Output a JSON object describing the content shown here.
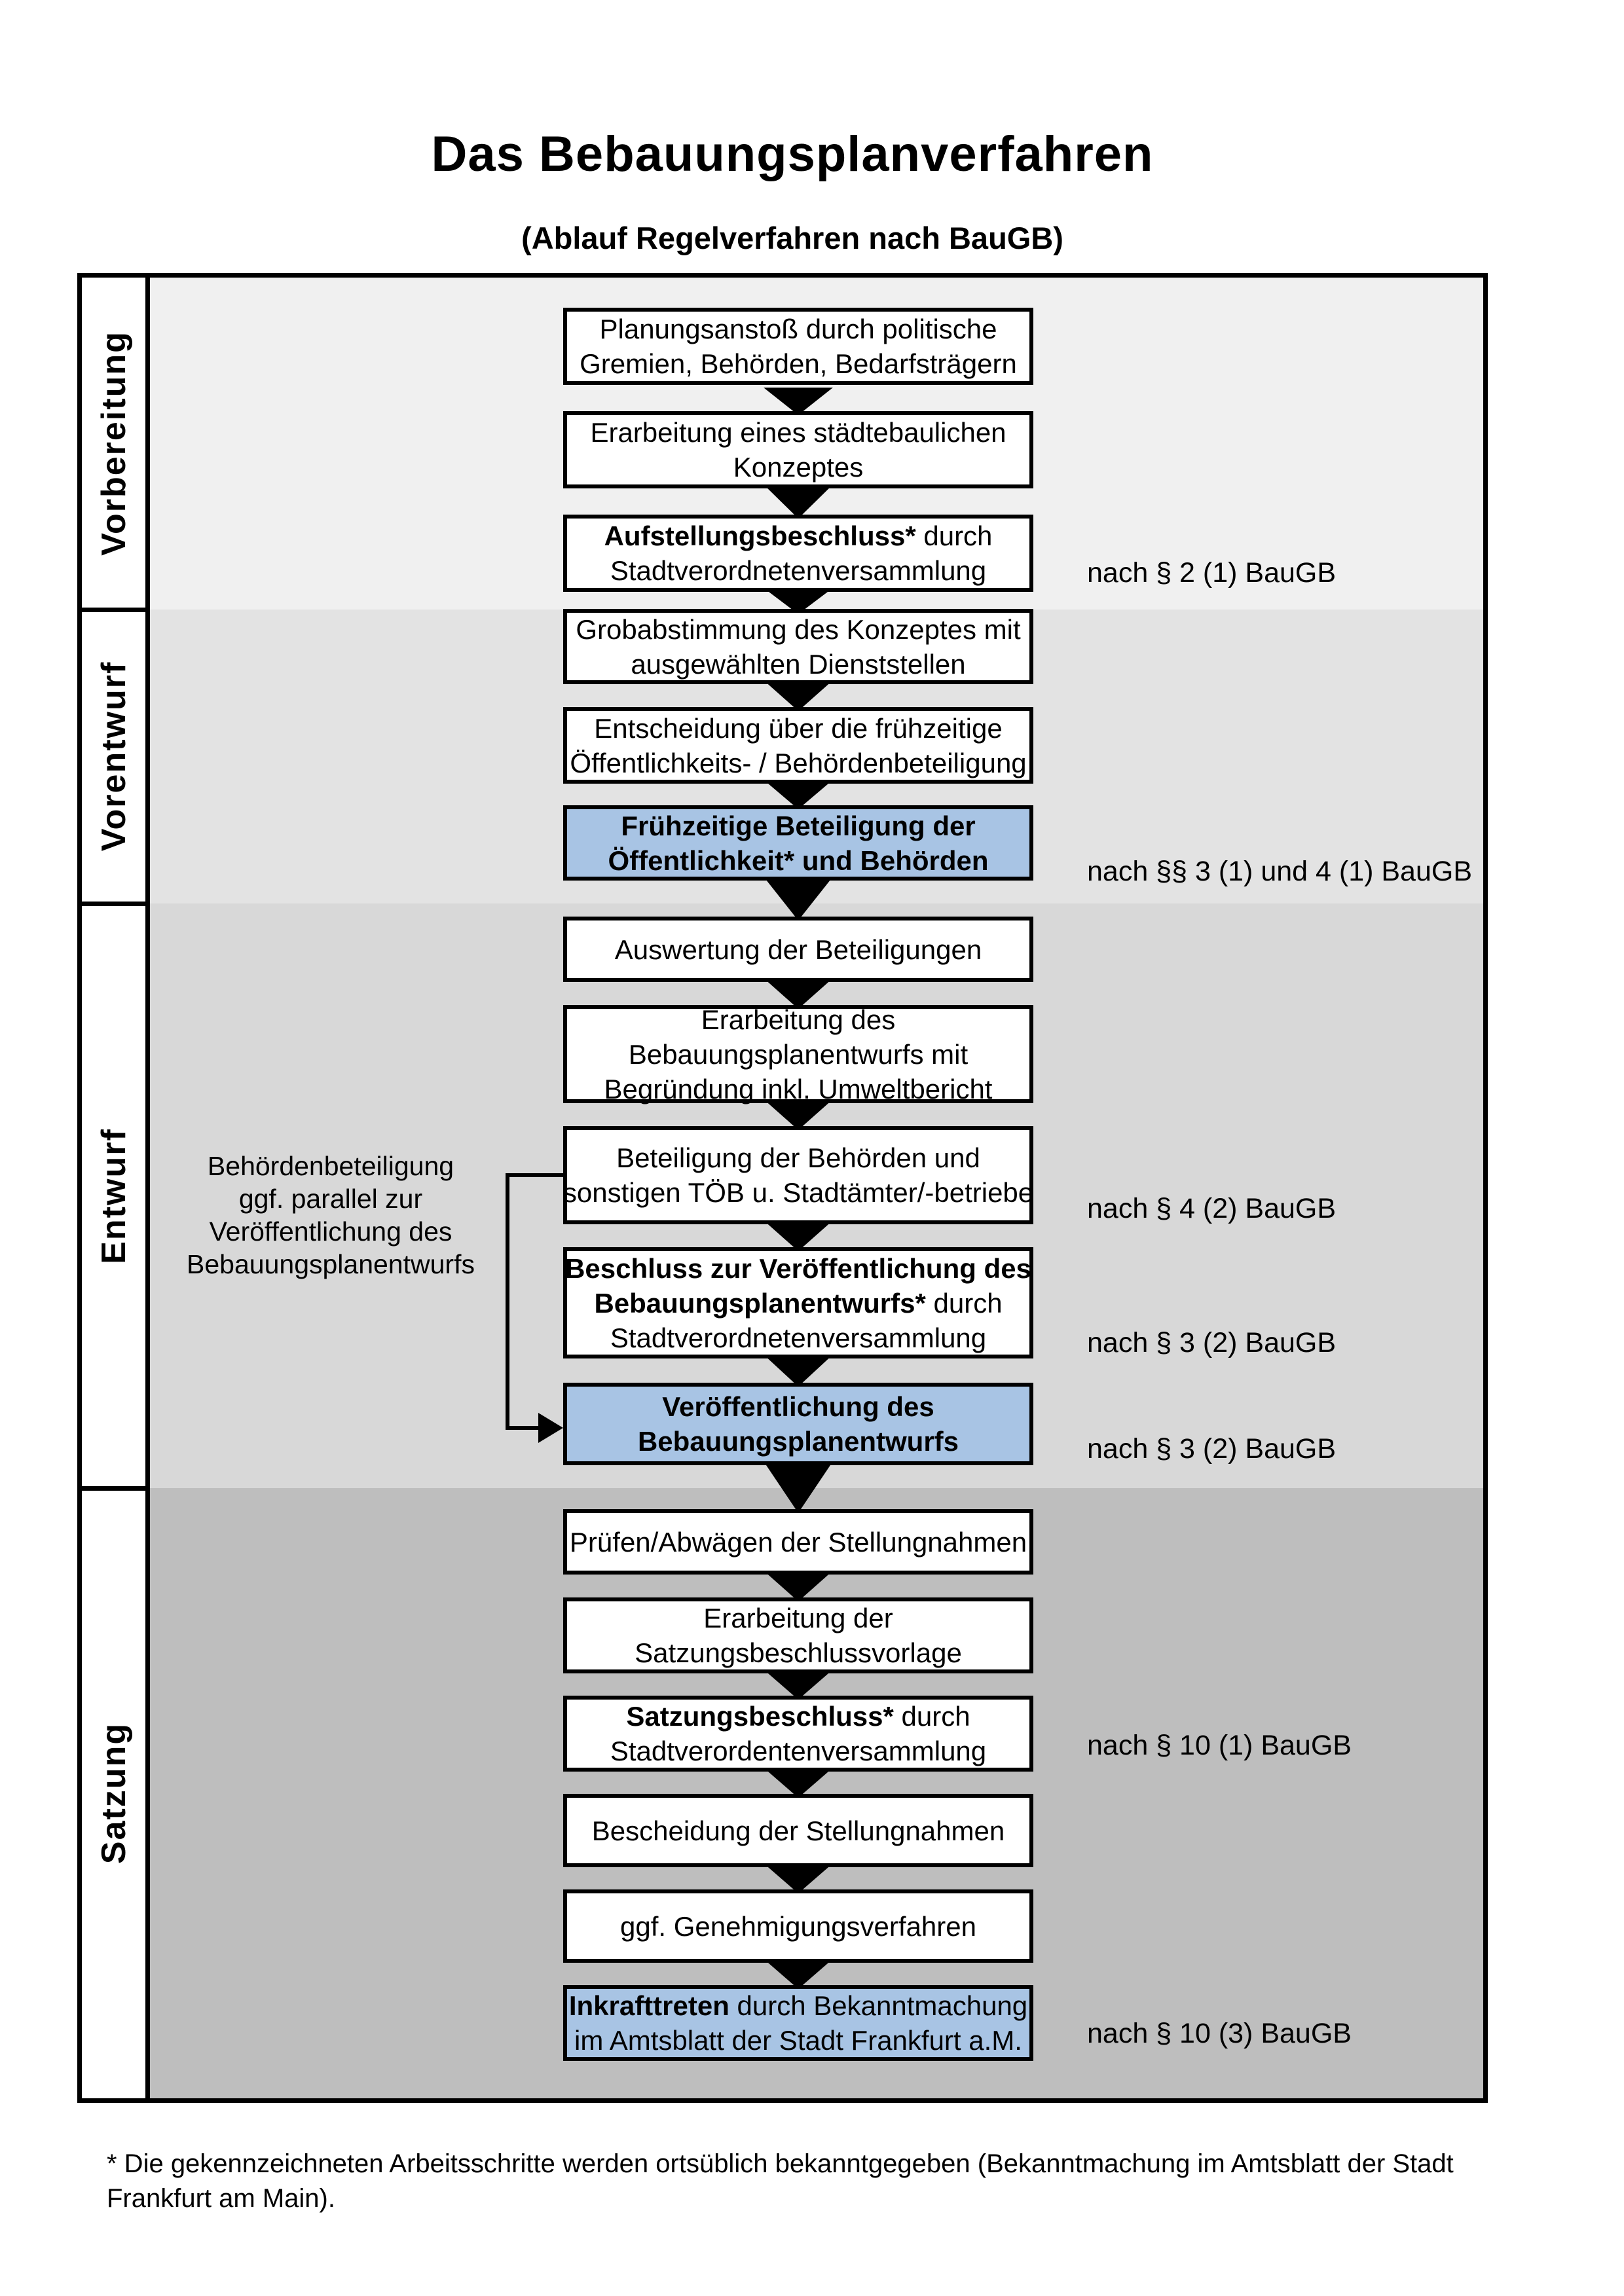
{
  "title": "Das Bebauungsplanverfahren",
  "subtitle": "(Ablauf Regelverfahren nach BauGB)",
  "phases": {
    "p1": "Vorbereitung",
    "p2": "Vorentwurf",
    "p3": "Entwurf",
    "p4": "Satzung"
  },
  "steps": {
    "s1": {
      "l1": "Planungsanstoß durch politische",
      "l2": "Gremien, Behörden, Bedarfsträgern"
    },
    "s2": {
      "l1": "Erarbeitung eines städtebaulichen",
      "l2": "Konzeptes"
    },
    "s3": {
      "l1b": "Aufstellungsbeschluss*",
      "l1r": " durch",
      "l2": "Stadtverordnetenversammlung"
    },
    "s4": {
      "l1": "Grobabstimmung des Konzeptes mit",
      "l2": "ausgewählten Dienststellen"
    },
    "s5": {
      "l1": "Entscheidung über die frühzeitige",
      "l2": "Öffentlichkeits- / Behördenbeteiligung"
    },
    "s6": {
      "l1": "Frühzeitige Beteiligung der",
      "l2": "Öffentlichkeit* und Behörden"
    },
    "s7": {
      "l1": "Auswertung der Beteiligungen"
    },
    "s8": {
      "l1": "Erarbeitung des",
      "l2": "Bebauungsplanentwurfs mit",
      "l3": "Begründung inkl. Umweltbericht"
    },
    "s9": {
      "l1": "Beteiligung der Behörden und",
      "l2": "sonstigen TÖB u. Stadtämter/-betriebe"
    },
    "s10": {
      "l1b": "Beschluss zur Veröffentlichung des",
      "l2b": "Bebauungsplanentwurfs*",
      "l2r": " durch",
      "l3": "Stadtverordnetenversammlung"
    },
    "s11": {
      "l1": "Veröffentlichung des",
      "l2": "Bebauungsplanentwurfs"
    },
    "s12": {
      "l1": "Prüfen/Abwägen der Stellungnahmen"
    },
    "s13": {
      "l1": "Erarbeitung der",
      "l2": "Satzungsbeschlussvorlage"
    },
    "s14": {
      "l1b": "Satzungsbeschluss*",
      "l1r": " durch",
      "l2": "Stadtverordentenversammlung"
    },
    "s15": {
      "l1": "Bescheidung der Stellungnahmen"
    },
    "s16": {
      "l1": "ggf. Genehmigungsverfahren"
    },
    "s17": {
      "l1b": "Inkrafttreten",
      "l1r": " durch Bekanntmachung",
      "l2": "im Amtsblatt der Stadt Frankfurt a.M."
    }
  },
  "refs": {
    "r1": "nach § 2 (1) BauGB",
    "r2": "nach §§ 3 (1) und 4 (1) BauGB",
    "r3": "nach § 4 (2) BauGB",
    "r4": "nach § 3 (2) BauGB",
    "r5": "nach § 3 (2) BauGB",
    "r6": "nach § 10 (1) BauGB",
    "r7": "nach § 10 (3) BauGB"
  },
  "annotation": {
    "l1": "Behördenbeteiligung",
    "l2": "ggf. parallel zur",
    "l3": "Veröffentlichung des",
    "l4": "Bebauungsplanentwurfs"
  },
  "footnote": {
    "l1": "* Die gekennzeichneten Arbeitsschritte werden ortsüblich bekanntgegeben (Bekanntmachung im Amtsblatt  der Stadt",
    "l2": "Frankfurt am Main)."
  },
  "colors": {
    "highlight_blue": "#a8c4e4",
    "band_vorbereitung": "#f0f0f0",
    "band_vorentwurf": "#e3e3e3",
    "band_entwurf": "#d8d8d8",
    "band_satzung": "#bebebe",
    "line_black": "#000000"
  }
}
